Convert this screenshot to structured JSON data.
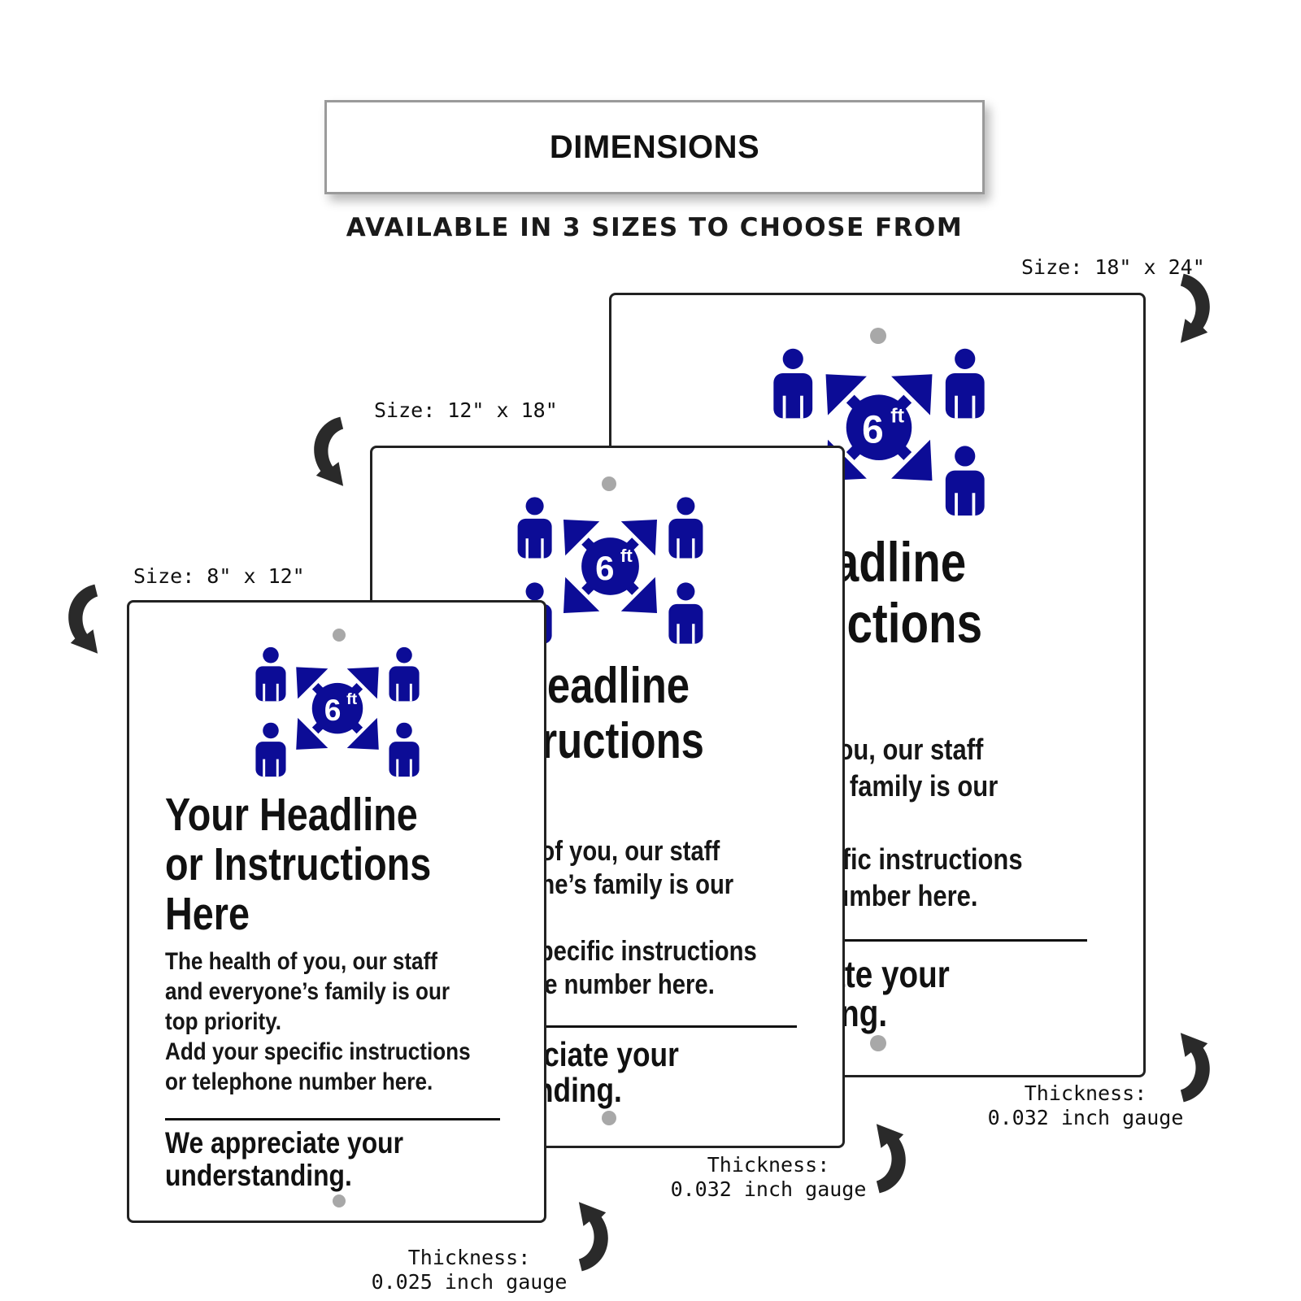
{
  "header": {
    "title": "DIMENSIONS",
    "subtitle": "AVAILABLE IN 3 SIZES TO CHOOSE FROM"
  },
  "colors": {
    "icon_blue": "#0c0c96",
    "text": "#111111",
    "hole_gray": "#a8a8a8"
  },
  "sizes": [
    {
      "size_label": "Size: 8\" x 12\"",
      "thickness_line1": "Thickness:",
      "thickness_line2": "0.025 inch gauge"
    },
    {
      "size_label": "Size: 12\" x 18\"",
      "thickness_line1": "Thickness:",
      "thickness_line2": "0.032 inch gauge"
    },
    {
      "size_label": "Size: 18\" x 24\"",
      "thickness_line1": "Thickness:",
      "thickness_line2": "0.032 inch gauge"
    }
  ],
  "sign": {
    "icon_name": "social-distance-6ft-icon",
    "icon_text_number": "6",
    "icon_text_unit": "ft",
    "headline_1": "Your Headline",
    "headline_2": "or Instructions",
    "headline_3": "Here",
    "body_1": "The health of you, our staff",
    "body_2": "and everyone’s family is our",
    "body_3": "top priority.",
    "body_4": "Add your specific instructions",
    "body_5": "or telephone number here.",
    "closing_1": "We appreciate your",
    "closing_2": "understanding."
  }
}
